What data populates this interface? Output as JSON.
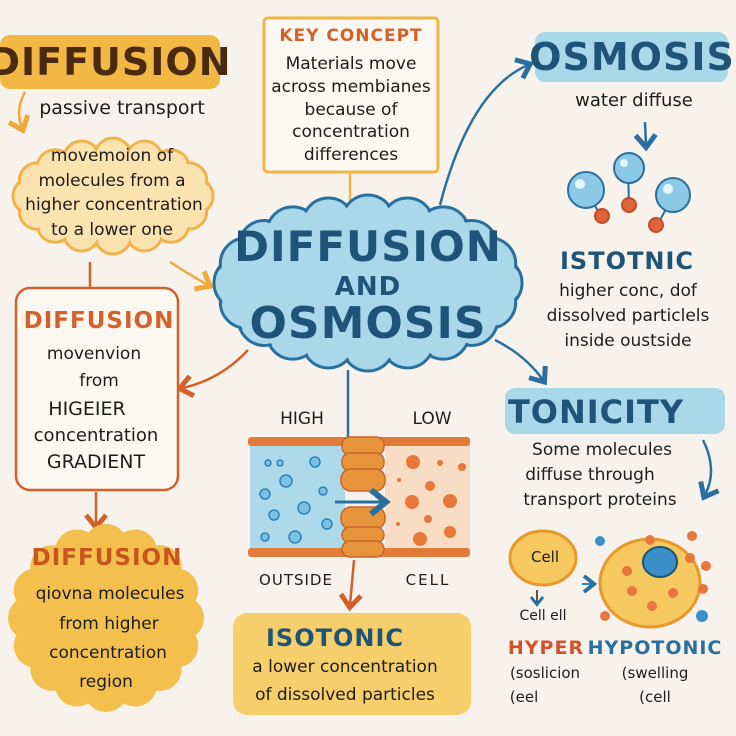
{
  "title": {
    "line1": "DIFFUSION",
    "line2": "AND",
    "line3": "OSMOSIS"
  },
  "diffusion_header": {
    "title": "DIFFUSION",
    "subtitle": "passive transport"
  },
  "definition_cloud": {
    "lines": [
      "movemoion of",
      "molecules from a",
      "higher concentration",
      "to a lower one"
    ]
  },
  "key_concept": {
    "title": "KEY CONCEPT",
    "lines": [
      "Materials move",
      "across membianes",
      "because of",
      "concentration",
      "differences"
    ]
  },
  "osmosis": {
    "title": "OSMOSIS",
    "subtitle": "water diffuse"
  },
  "istotnic": {
    "title": "ISTOTNIC",
    "lines": [
      "higher conc, dof",
      "dissolved particlels",
      "inside oustside"
    ]
  },
  "tonicity": {
    "title": "TONICITY",
    "lines": [
      "Some molecules",
      "diffuse through",
      "transport proteins"
    ]
  },
  "gradient_box": {
    "title": "DIFFUSION",
    "lines": [
      "movenvion",
      "from",
      "HIGEIER",
      "concentration",
      "GRADIENT"
    ]
  },
  "region_cloud": {
    "title": "DIFFUSION",
    "lines": [
      "qiovna molecules",
      "from higher",
      "concentration",
      "region"
    ]
  },
  "membrane": {
    "high": "HIGH",
    "low": "LOW",
    "outside": "OUTSIDE",
    "cell": "CELL"
  },
  "isotonic": {
    "title": "ISOTONIC",
    "lines": [
      "a lower concentration",
      "of dissolved particles"
    ]
  },
  "cells": {
    "small_cell": "Cell",
    "small_cell_caption": "Cell ell",
    "hyper": "HYPER",
    "hyper_lines": [
      "(soslicion",
      "(eel"
    ],
    "hypotonic": "HYPOTONIC",
    "hypotonic_lines": [
      "(swelling",
      "(cell"
    ]
  },
  "colors": {
    "blue": "#a9d8ea",
    "navy": "#1e5478",
    "orange": "#d4602a",
    "yellow": "#f3b843",
    "cream": "#f7f3ec"
  }
}
